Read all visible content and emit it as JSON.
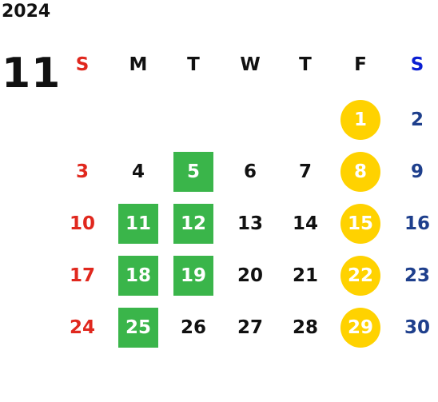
{
  "calendar": {
    "year": "2024",
    "month": "11",
    "weekdays": [
      "S",
      "M",
      "T",
      "W",
      "T",
      "F",
      "S"
    ],
    "weekday_colors": [
      "#e0281e",
      "#111111",
      "#111111",
      "#111111",
      "#111111",
      "#111111",
      "#0a1ed2"
    ],
    "colors": {
      "sunday": "#e0281e",
      "saturday": "#1e3f8c",
      "weekday": "#111111",
      "green_highlight": "#3ab54a",
      "yellow_highlight": "#ffd200"
    },
    "weeks": [
      [
        null,
        null,
        null,
        null,
        null,
        {
          "day": "1",
          "mark": "yellow"
        },
        {
          "day": "2"
        }
      ],
      [
        {
          "day": "3"
        },
        {
          "day": "4"
        },
        {
          "day": "5",
          "mark": "green"
        },
        {
          "day": "6"
        },
        {
          "day": "7"
        },
        {
          "day": "8",
          "mark": "yellow"
        },
        {
          "day": "9"
        }
      ],
      [
        {
          "day": "10"
        },
        {
          "day": "11",
          "mark": "green"
        },
        {
          "day": "12",
          "mark": "green"
        },
        {
          "day": "13"
        },
        {
          "day": "14"
        },
        {
          "day": "15",
          "mark": "yellow"
        },
        {
          "day": "16"
        }
      ],
      [
        {
          "day": "17"
        },
        {
          "day": "18",
          "mark": "green"
        },
        {
          "day": "19",
          "mark": "green"
        },
        {
          "day": "20"
        },
        {
          "day": "21"
        },
        {
          "day": "22",
          "mark": "yellow"
        },
        {
          "day": "23"
        }
      ],
      [
        {
          "day": "24"
        },
        {
          "day": "25",
          "mark": "green"
        },
        {
          "day": "26"
        },
        {
          "day": "27"
        },
        {
          "day": "28"
        },
        {
          "day": "29",
          "mark": "yellow"
        },
        {
          "day": "30"
        }
      ]
    ]
  }
}
